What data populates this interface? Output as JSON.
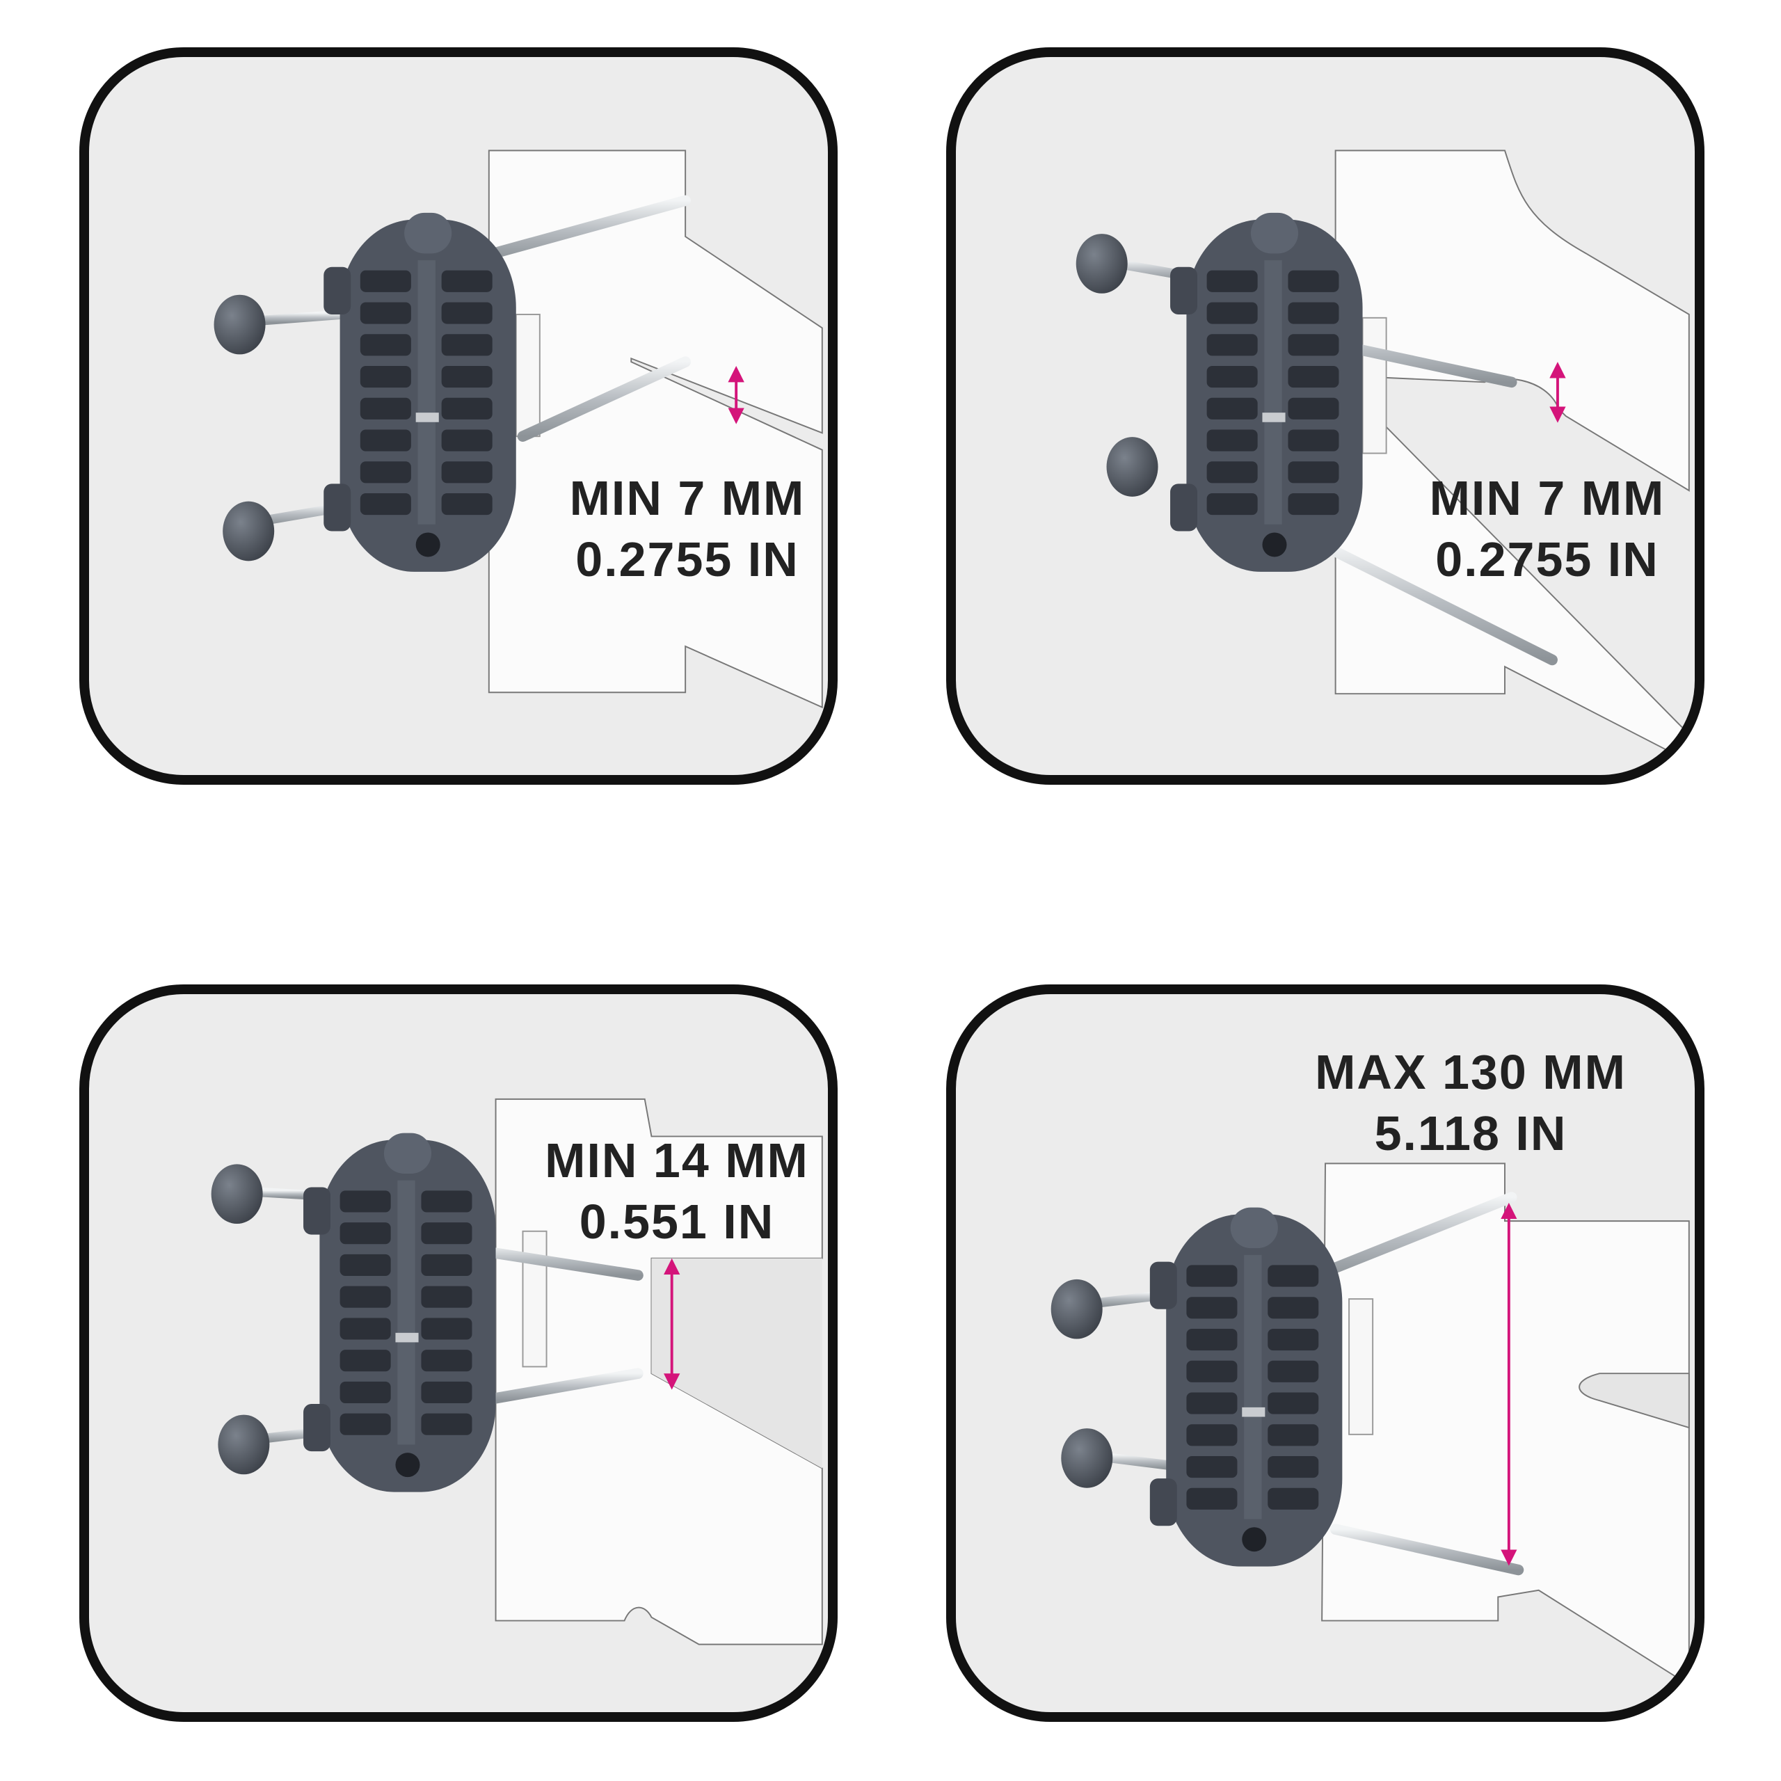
{
  "panels": [
    {
      "id": "panel-1",
      "line1": "MIN 7 MM",
      "line2": "0.2755 IN"
    },
    {
      "id": "panel-2",
      "line1": "MIN 7 MM",
      "line2": "0.2755 IN"
    },
    {
      "id": "panel-3",
      "line1": "MIN 14 MM",
      "line2": "0.551 IN"
    },
    {
      "id": "panel-4",
      "line1": "MAX 130 MM",
      "line2": "5.118 IN"
    }
  ],
  "colors": {
    "frame": "#111111",
    "panel_bg": "#ececec",
    "mount_body": "#4f5560",
    "rod": "#c4c8cc",
    "measure_arrow": "#d4147a"
  }
}
